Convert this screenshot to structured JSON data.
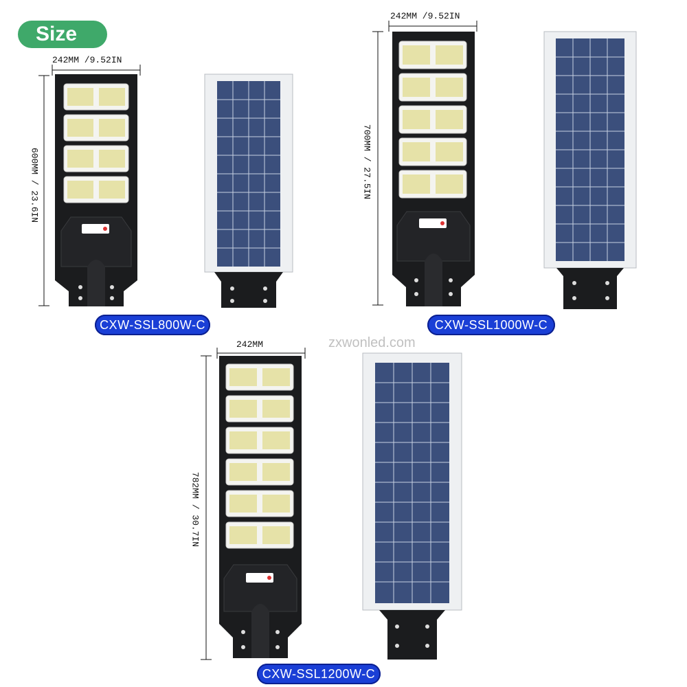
{
  "header": {
    "size_label": "Size"
  },
  "watermark": "zxwonled.com",
  "products": [
    {
      "model": "CXW-SSL800W-C",
      "width_label": "242MM /9.52IN",
      "height_label": "600MM / 23.6IN",
      "led_rows": 4
    },
    {
      "model": "CXW-SSL1000W-C",
      "width_label": "242MM /9.52IN",
      "height_label": "700MM / 27.5IN",
      "led_rows": 5
    },
    {
      "model": "CXW-SSL1200W-C",
      "width_label": "242MM",
      "height_label": "782MM / 30.7IN",
      "led_rows": 6
    }
  ],
  "colors": {
    "badge_green": "#3fa96a",
    "model_blue": "#1a3fd6",
    "housing": "#1b1c1e",
    "solar_cell": "#3b4f7c",
    "solar_frame": "#eef0f2"
  }
}
